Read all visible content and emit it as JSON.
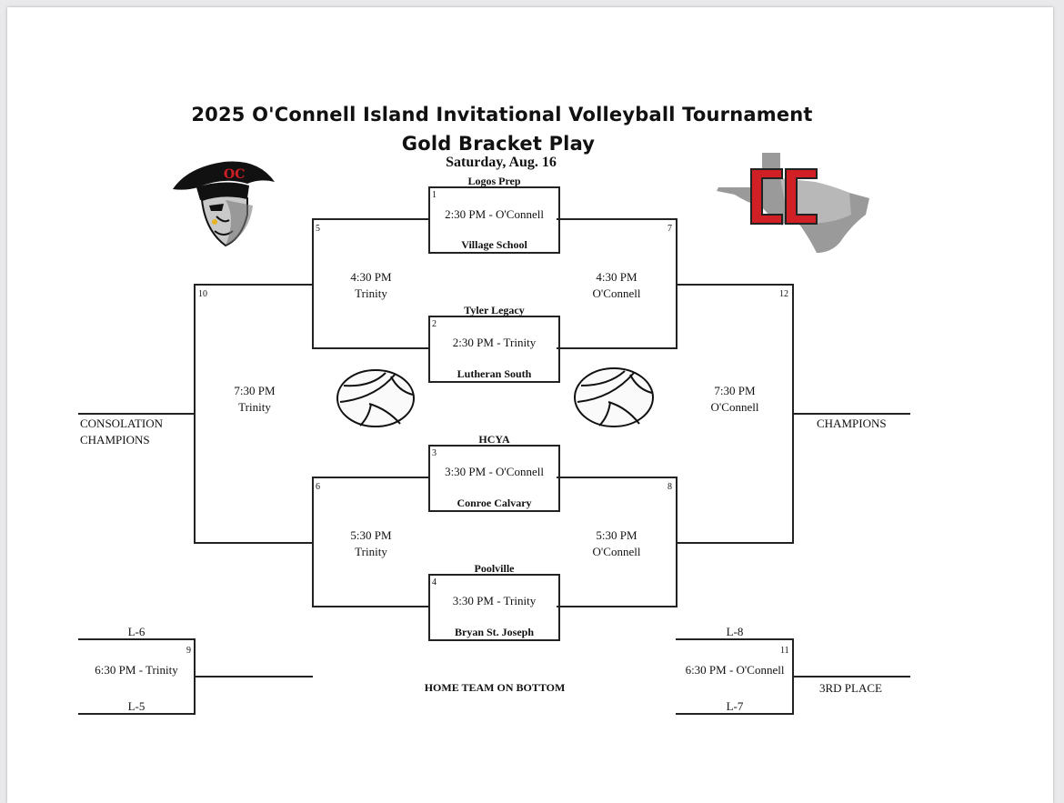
{
  "header": {
    "title": "2025 O'Connell Island Invitational Volleyball Tournament",
    "subtitle": "Gold Bracket Play",
    "date": "Saturday, Aug. 16"
  },
  "logos": {
    "left": "pirate-mascot-logo",
    "right": "oc-texas-logo"
  },
  "colors": {
    "accent": "#d11f26",
    "line": "#222222"
  },
  "matches": {
    "m1": {
      "num": "1",
      "top": "Logos Prep",
      "time": "2:30 PM - O'Connell",
      "bottom": "Village School"
    },
    "m2": {
      "num": "2",
      "top": "Tyler Legacy",
      "time": "2:30 PM - Trinity",
      "bottom": "Lutheran South"
    },
    "m3": {
      "num": "3",
      "top": "HCYA",
      "time": "3:30 PM - O'Connell",
      "bottom": "Conroe Calvary"
    },
    "m4": {
      "num": "4",
      "top": "Poolville",
      "time": "3:30 PM - Trinity",
      "bottom": "Bryan St. Joseph"
    },
    "m5": {
      "num": "5",
      "time": "4:30 PM",
      "venue": "Trinity"
    },
    "m6": {
      "num": "6",
      "time": "5:30 PM",
      "venue": "Trinity"
    },
    "m7": {
      "num": "7",
      "time": "4:30 PM",
      "venue": "O'Connell"
    },
    "m8": {
      "num": "8",
      "time": "5:30 PM",
      "venue": "O'Connell"
    },
    "m9": {
      "num": "9",
      "top": "L-6",
      "time": "6:30 PM - Trinity",
      "bottom": "L-5"
    },
    "m10": {
      "num": "10",
      "time": "7:30 PM",
      "venue": "Trinity"
    },
    "m11": {
      "num": "11",
      "top": "L-8",
      "time": "6:30 PM - O'Connell",
      "bottom": "L-7"
    },
    "m12": {
      "num": "12",
      "time": "7:30 PM",
      "venue": "O'Connell"
    }
  },
  "labels": {
    "consolation_line1": "CONSOLATION",
    "consolation_line2": "CHAMPIONS",
    "champions": "CHAMPIONS",
    "third_place": "3RD PLACE",
    "home_note": "HOME TEAM ON BOTTOM"
  }
}
